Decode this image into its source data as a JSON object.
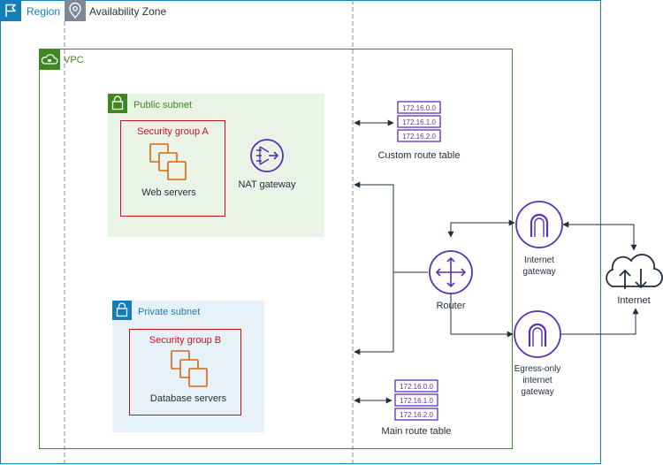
{
  "region": {
    "label": "Region"
  },
  "availability_zone": {
    "label": "Availability Zone"
  },
  "vpc": {
    "label": "VPC"
  },
  "public_subnet": {
    "label": "Public subnet"
  },
  "private_subnet": {
    "label": "Private subnet"
  },
  "security_group_a": {
    "label": "Security group A",
    "servers_label": "Web servers"
  },
  "security_group_b": {
    "label": "Security group B",
    "servers_label": "Database servers"
  },
  "nat_gateway": {
    "label": "NAT gateway"
  },
  "custom_route_table": {
    "label": "Custom route table",
    "rows": [
      "172.16.0.0",
      "172.16.1.0",
      "172.16.2.0"
    ]
  },
  "main_route_table": {
    "label": "Main route table",
    "rows": [
      "172.16.0.0",
      "172.16.1.0",
      "172.16.2.0"
    ]
  },
  "router": {
    "label": "Router"
  },
  "internet_gateway": {
    "label_lines": [
      "Internet",
      "gateway"
    ]
  },
  "egress_only_gateway": {
    "label_lines": [
      "Egress-only",
      "internet",
      "gateway"
    ]
  },
  "internet": {
    "label": "Internet"
  },
  "colors": {
    "region_blue": "#147eba",
    "vpc_green": "#3f8624",
    "public_subnet_bg": "#e9f3e6",
    "private_subnet_bg": "#e6f2f8",
    "security_group_red": "#c7131f",
    "ec2_orange": "#d86613",
    "network_purple": "#5a30b5",
    "text_dark": "#232f3e",
    "zone_grey": "#7d8998"
  },
  "icons": {
    "region": "flag-icon",
    "availability_zone": "location-pin-icon",
    "vpc": "cloud-lock-icon",
    "subnet": "padlock-icon",
    "servers": "ec2-instances-icon",
    "nat_gateway": "nat-gateway-icon",
    "route_table": "route-table-icon",
    "router": "router-icon",
    "gateway": "gateway-arch-icon",
    "internet": "cloud-updown-icon"
  }
}
